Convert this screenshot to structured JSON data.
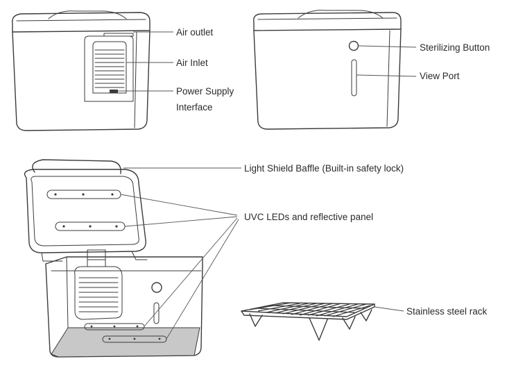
{
  "labels": {
    "air_outlet": "Air outlet",
    "air_inlet": "Air Inlet",
    "power_line1": "Power Supply",
    "power_line2": "Interface",
    "sterilizing_button": "Sterilizing Button",
    "view_port": "View Port",
    "light_shield": "Light Shield Baffle (Built-in safety lock)",
    "uvc_leds": "UVC LEDs and reflective panel",
    "rack": "Stainless steel rack"
  },
  "colors": {
    "line": "#3a3a3a",
    "floor": "#c8c8c8",
    "text": "#2a2a2a"
  }
}
